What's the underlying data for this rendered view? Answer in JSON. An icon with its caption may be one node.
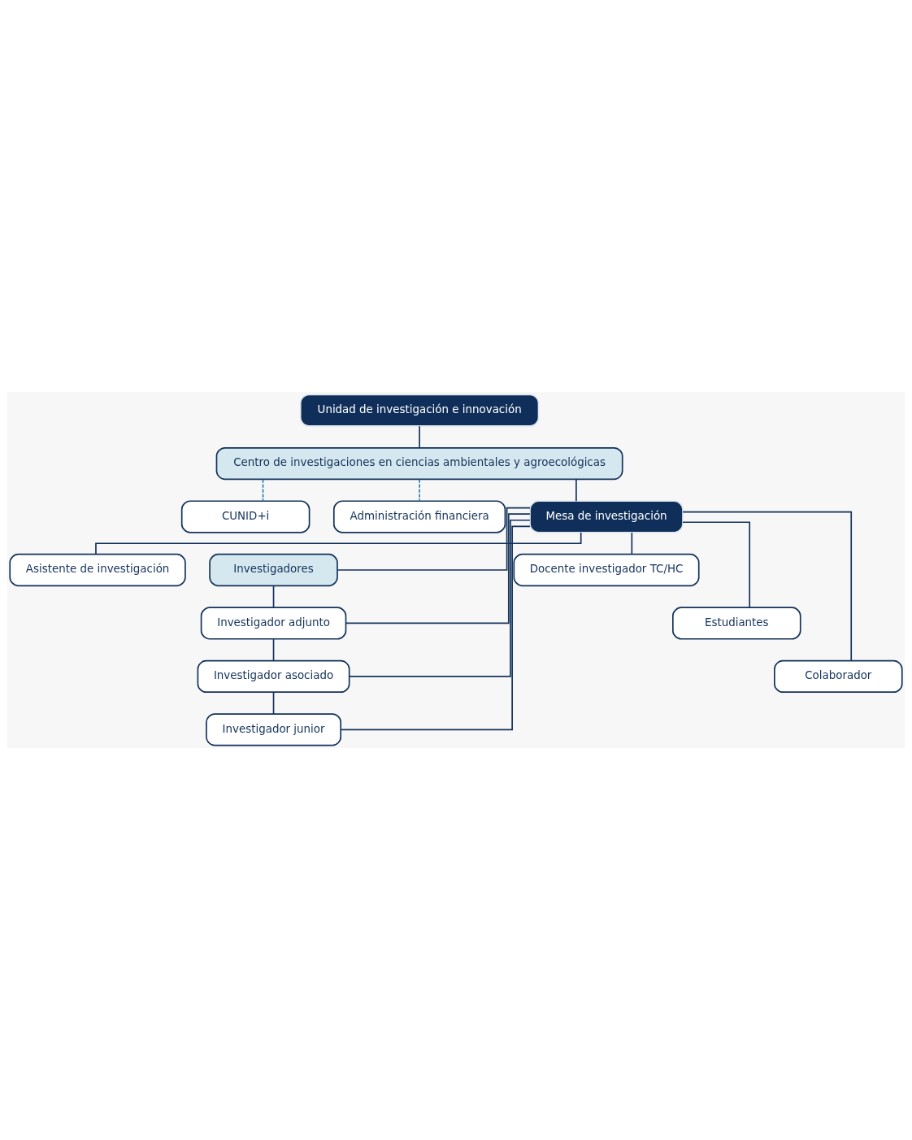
{
  "diagram": {
    "nodes": [
      {
        "text": [
          "Unidad de investigación e innovación"
        ]
      },
      {
        "text": [
          "Centro de investigaciones en ciencias ambientales y agroecológicas"
        ]
      },
      {
        "text": [
          "CUNID+i"
        ]
      },
      {
        "text": [
          "Administración financiera"
        ]
      },
      {
        "text": [
          "Mesa de investigación"
        ]
      },
      {
        "text": [
          "Asistente de investigación"
        ]
      },
      {
        "text": [
          "Investigadores"
        ]
      },
      {
        "text": [
          "Investigador adjunto"
        ]
      },
      {
        "text": [
          "Investigador asociado"
        ]
      },
      {
        "text": [
          "Investigador junior"
        ]
      },
      {
        "text": [
          "Docente investigador TC/HC"
        ]
      },
      {
        "text": [
          "Estudiantes"
        ]
      },
      {
        "text": [
          "Colaborador"
        ]
      }
    ],
    "edges": [
      {
        "from": 0,
        "to": 1,
        "arrow": "none"
      },
      {
        "from": 1,
        "to": 2,
        "arrow": "none",
        "style": "dashed",
        "color": "#2f7fb0"
      },
      {
        "from": 1,
        "to": 3,
        "arrow": "none",
        "style": "dashed",
        "color": "#2f7fb0"
      },
      {
        "from": 1,
        "to": 4,
        "arrow": "none"
      },
      {
        "from": 4,
        "to": 5,
        "arrow": "none"
      },
      {
        "from": 4,
        "to": 6,
        "arrow": "none"
      },
      {
        "from": 4,
        "to": 7,
        "arrow": "none"
      },
      {
        "from": 4,
        "to": 8,
        "arrow": "none"
      },
      {
        "from": 4,
        "to": 9,
        "arrow": "none"
      },
      {
        "from": 4,
        "to": 10,
        "arrow": "none"
      },
      {
        "from": 4,
        "to": 11,
        "arrow": "none"
      },
      {
        "from": 4,
        "to": 12,
        "arrow": "none"
      },
      {
        "from": 6,
        "to": 7,
        "arrow": "none"
      },
      {
        "from": 7,
        "to": 8,
        "arrow": "none"
      },
      {
        "from": 8,
        "to": 9,
        "arrow": "none"
      }
    ]
  }
}
